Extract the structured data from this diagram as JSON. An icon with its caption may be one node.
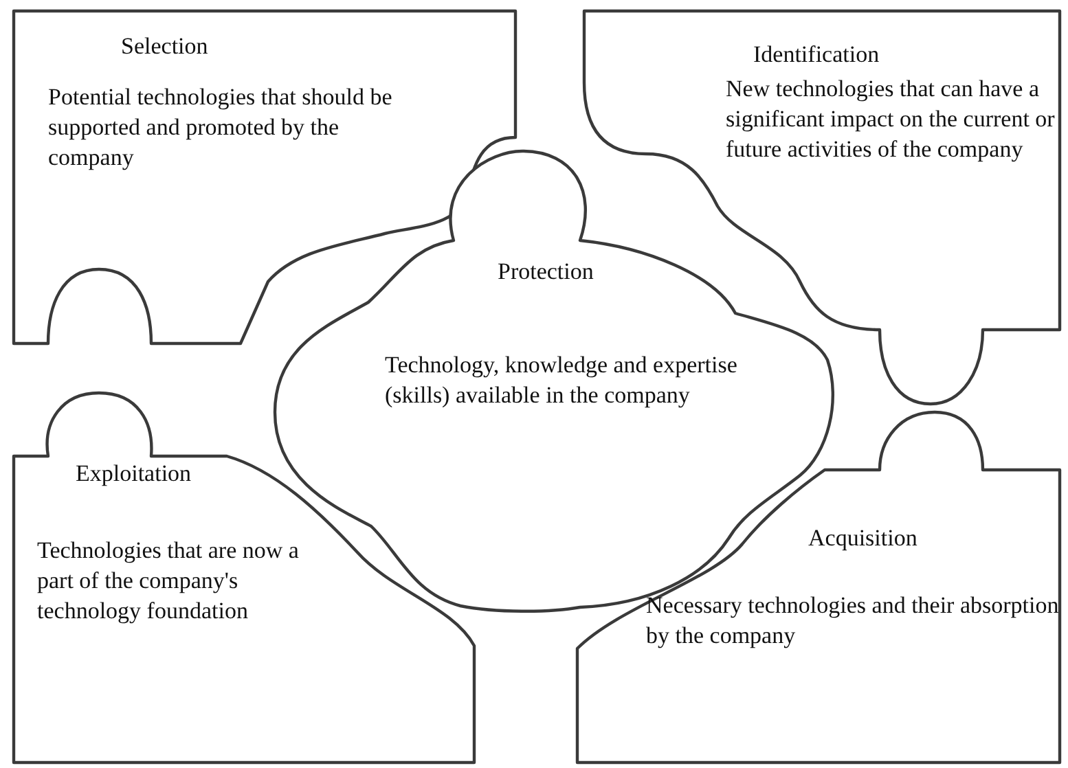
{
  "diagram": {
    "nodes": [
      {
        "text": [
          "Selection",
          "Potential technologies that should be supported and promoted by the company"
        ]
      },
      {
        "text": [
          "Identification",
          "New technologies that can have a significant impact on the current or future activities of the company"
        ]
      },
      {
        "text": [
          "Protection",
          "Technology, knowledge and expertise (skills) available in the company"
        ]
      },
      {
        "text": [
          "Exploitation",
          "Technologies that are now a part of the company's technology foundation"
        ]
      },
      {
        "text": [
          "Acquisition",
          "Necessary technologies and their absorption by the company"
        ]
      }
    ]
  }
}
